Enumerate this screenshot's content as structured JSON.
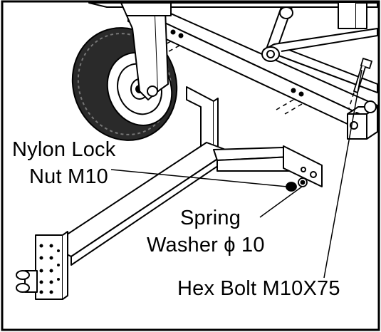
{
  "diagram": {
    "callouts": {
      "nylon_lock_nut": {
        "line1": "Nylon Lock",
        "line2": "Nut M10"
      },
      "spring_washer": {
        "line1": "Spring",
        "line2": "Washer ϕ 10"
      },
      "hex_bolt": {
        "line1": "Hex Bolt M10X75"
      }
    },
    "colors": {
      "line": "#000000",
      "background": "#ffffff",
      "tire": "#2a2a2a"
    }
  }
}
